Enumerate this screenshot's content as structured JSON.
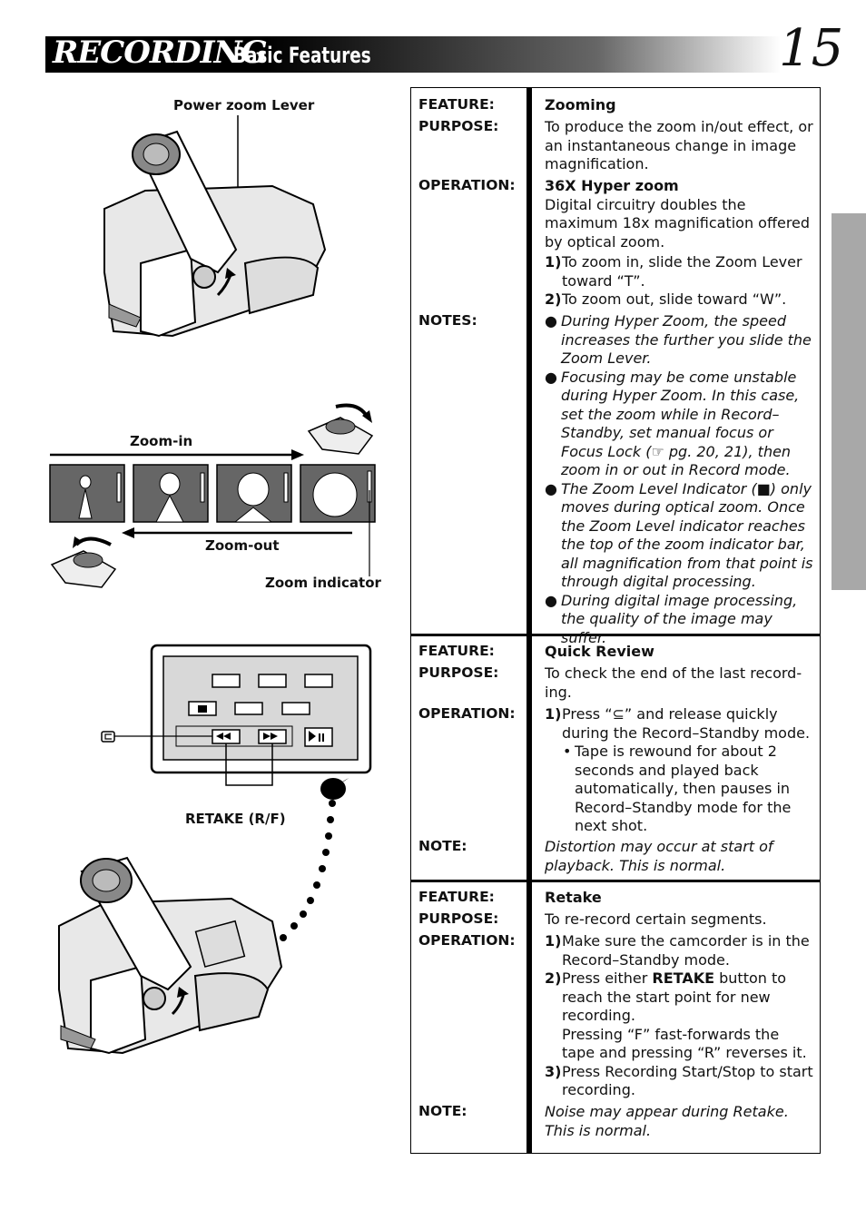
{
  "header": {
    "title_main": "RECORDING",
    "title_sub": "Basic Features",
    "page_number": "15"
  },
  "figures": {
    "power_zoom_lever": "Power zoom Lever",
    "zoom_in": "Zoom-in",
    "zoom_out": "Zoom-out",
    "zoom_indicator": "Zoom indicator",
    "retake": "RETAKE (R/F)"
  },
  "table": {
    "zooming": {
      "feature_key": "FEATURE:",
      "feature": "Zooming",
      "purpose_key": "PURPOSE:",
      "purpose": "To produce the zoom in/out effect, or an instantaneous change in image magnification.",
      "operation_key": "OPERATION:",
      "op_head": "36X Hyper zoom",
      "op_text": "Digital circuitry doubles the maximum 18x magnification offered by optical zoom.",
      "steps": [
        {
          "n": "1)",
          "t": "To zoom in, slide the Zoom Lever toward “T”."
        },
        {
          "n": "2)",
          "t": "To zoom out, slide toward “W”."
        }
      ],
      "notes_key": "NOTES:",
      "notes": [
        {
          "b": "●",
          "t": "During Hyper Zoom, the speed increases the further you slide the Zoom Lever."
        },
        {
          "b": "●",
          "t": "Focusing may be come unstable during Hyper Zoom. In this case, set the zoom while in Record–Standby, set manual focus or Focus Lock (☞ pg. 20, 21), then zoom in or out in Record mode."
        },
        {
          "b": "●",
          "t": "The Zoom Level Indicator (■) only moves during optical zoom. Once the Zoom Level indicator reaches the top of the zoom indicator bar, all magnification from that point is through digital processing."
        },
        {
          "b": "●",
          "t": "During digital image processing, the quality of the image may suffer."
        }
      ]
    },
    "quick_review": {
      "feature_key": "FEATURE:",
      "feature": "Quick Review",
      "purpose_key": "PURPOSE:",
      "purpose": "To check the end of the last record- ing.",
      "operation_key": "OPERATION:",
      "step_n": "1)",
      "step": "Press “⊆” and release quickly during the Record–Standby mode.",
      "sub_d": "•",
      "sub": "Tape is rewound for about 2 seconds and played back automatically, then pauses in Record–Standby mode for the next shot.",
      "note_key": "NOTE:",
      "note": "Distortion may occur at start of playback. This is normal."
    },
    "retake": {
      "feature_key": "FEATURE:",
      "feature": "Retake",
      "purpose_key": "PURPOSE:",
      "purpose": "To re-record certain segments.",
      "operation_key": "OPERATION:",
      "s1_n": "1)",
      "s1": "Make sure the camcorder is in the Record–Standby mode.",
      "s2_n": "2)",
      "s2_a": "Press either ",
      "s2_b": "RETAKE",
      "s2_c": " button to reach the start point for new recording.",
      "s2_d": "Pressing “F” fast-forwards the tape and pressing “R” reverses it.",
      "s3_n": "3)",
      "s3": "Press Recording Start/Stop to start recording.",
      "note_key": "NOTE:",
      "note": "Noise may appear during Retake. This is normal."
    }
  }
}
